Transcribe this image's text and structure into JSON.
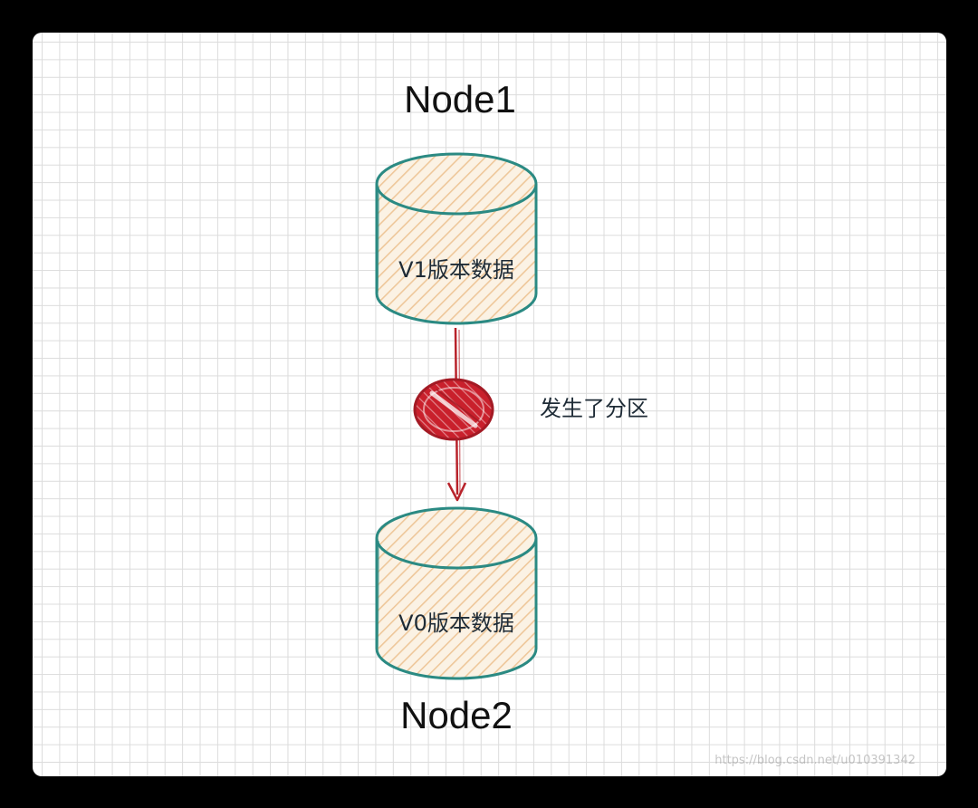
{
  "nodes": [
    {
      "title": "Node1",
      "db_label": "V1版本数据"
    },
    {
      "title": "Node2",
      "db_label": "V0版本数据"
    }
  ],
  "partition": {
    "label": "发生了分区",
    "icon": "no-entry-icon"
  },
  "watermark": "https://blog.csdn.net/u010391342",
  "colors": {
    "cylinder_stroke": "#2b8a83",
    "cylinder_fill": "#f7e4c8",
    "hatch": "#eec79a",
    "arrow": "#b8222a",
    "block_icon": "#c9202c"
  }
}
